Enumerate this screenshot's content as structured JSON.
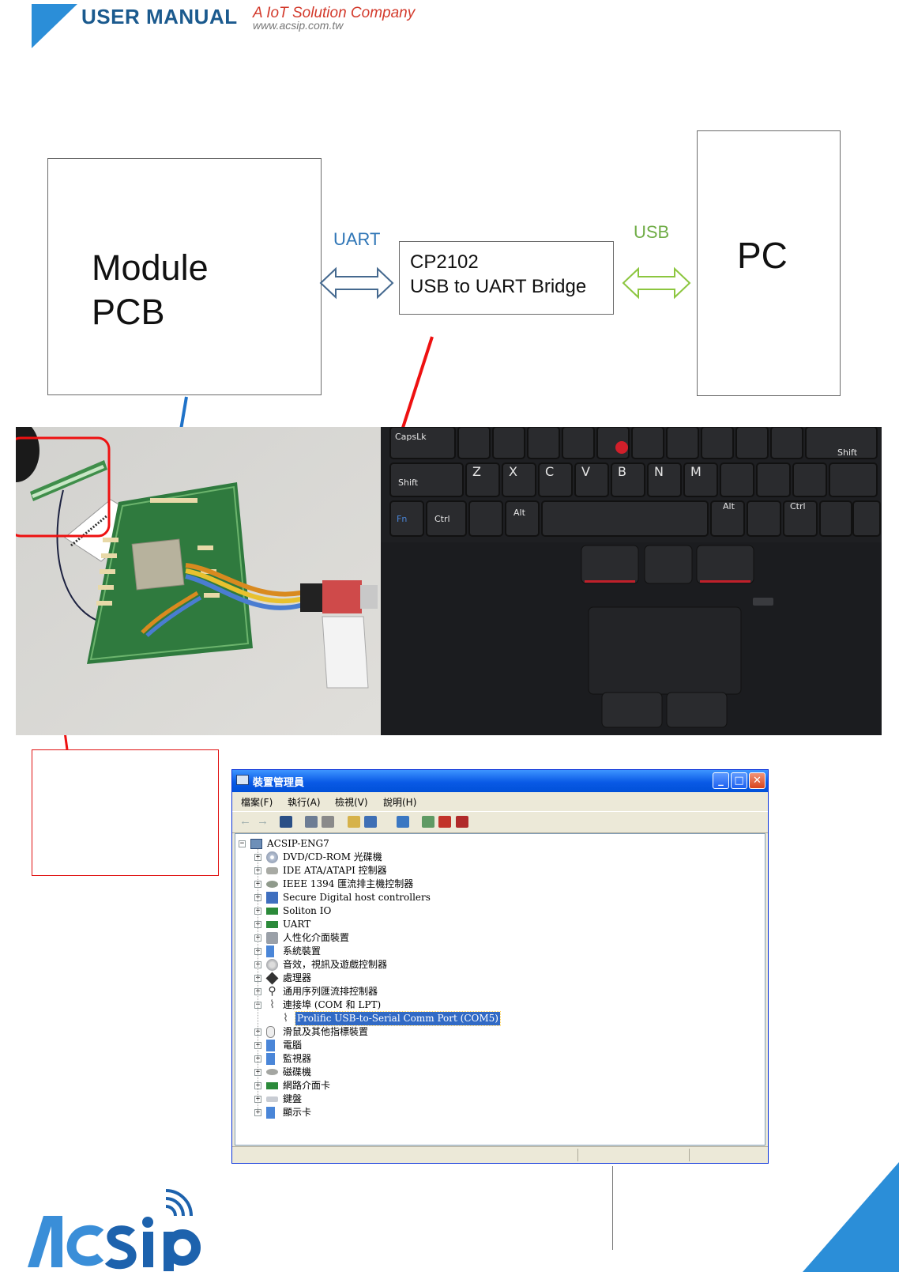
{
  "header": {
    "title": "USER MANUAL",
    "tagline": "A IoT Solution Company",
    "url": "www.acsip.com.tw"
  },
  "diagram": {
    "module_label": [
      "Module",
      "PCB"
    ],
    "bridge_label": [
      "CP2102",
      "USB to UART Bridge"
    ],
    "pc_label": "PC",
    "link_uart": "UART",
    "link_usb": "USB",
    "colors": {
      "uart": "#2e75b6",
      "usb": "#70ad47",
      "pointer_red": "#ee1111",
      "pointer_blue": "#1f72c8"
    }
  },
  "photo": {
    "keyboard_keys": [
      "CapsLk",
      "Shift",
      "Z",
      "X",
      "C",
      "V",
      "B",
      "N",
      "M",
      "Shift",
      "Fn",
      "Ctrl",
      "Alt",
      "Alt",
      "Ctrl"
    ]
  },
  "device_manager": {
    "title": "裝置管理員",
    "menu": [
      "檔案(F)",
      "執行(A)",
      "檢視(V)",
      "說明(H)"
    ],
    "root": "ACSIP-ENG7",
    "items": [
      {
        "label": "DVD/CD-ROM 光碟機",
        "icon": "cdrom-icon"
      },
      {
        "label": "IDE ATA/ATAPI 控制器",
        "icon": "ide-icon"
      },
      {
        "label": "IEEE 1394 匯流排主機控制器",
        "icon": "ieee1394-icon"
      },
      {
        "label": "Secure Digital host controllers",
        "icon": "sd-icon"
      },
      {
        "label": "Soliton IO",
        "icon": "card-icon"
      },
      {
        "label": "UART",
        "icon": "card-icon"
      },
      {
        "label": "人性化介面裝置",
        "icon": "hid-icon"
      },
      {
        "label": "系統裝置",
        "icon": "system-icon"
      },
      {
        "label": "音效，視訊及遊戲控制器",
        "icon": "sound-icon"
      },
      {
        "label": "處理器",
        "icon": "cpu-icon"
      },
      {
        "label": "通用序列匯流排控制器",
        "icon": "usb-icon"
      },
      {
        "label": "連接埠 (COM 和 LPT)",
        "icon": "port-icon"
      },
      {
        "label": "滑鼠及其他指標裝置",
        "icon": "mouse-icon"
      },
      {
        "label": "電腦",
        "icon": "computer-icon"
      },
      {
        "label": "監視器",
        "icon": "monitor-icon"
      },
      {
        "label": "磁碟機",
        "icon": "disk-icon"
      },
      {
        "label": "網路介面卡",
        "icon": "network-icon"
      },
      {
        "label": "鍵盤",
        "icon": "keyboard-icon"
      },
      {
        "label": "顯示卡",
        "icon": "display-icon"
      }
    ],
    "expanded_child": "Prolific USB-to-Serial Comm Port (COM5)"
  }
}
